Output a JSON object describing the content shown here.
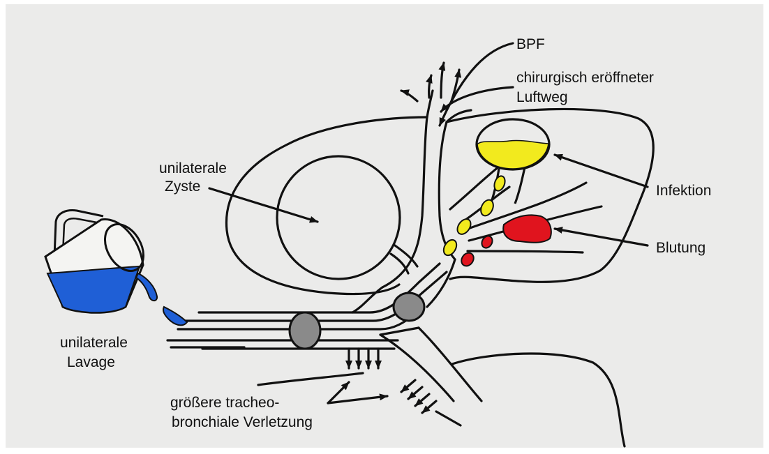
{
  "labels": {
    "bpf": "BPF",
    "airway_line1": "chirurgisch eröffneter",
    "airway_line2": "Luftweg",
    "cyst_line1": "unilaterale",
    "cyst_line2": "Zyste",
    "infection": "Infektion",
    "bleeding": "Blutung",
    "lavage_line1": "unilaterale",
    "lavage_line2": "Lavage",
    "injury_line1": "größere tracheo-",
    "injury_line2": "bronchiale Verletzung"
  },
  "colors": {
    "background": "#ebebea",
    "ink": "#111111",
    "infection_yellow": "#f2ea1e",
    "bleeding_red": "#e0141e",
    "lavage_blue": "#1f5fd6",
    "cuff_gray": "#8a8a8a"
  }
}
